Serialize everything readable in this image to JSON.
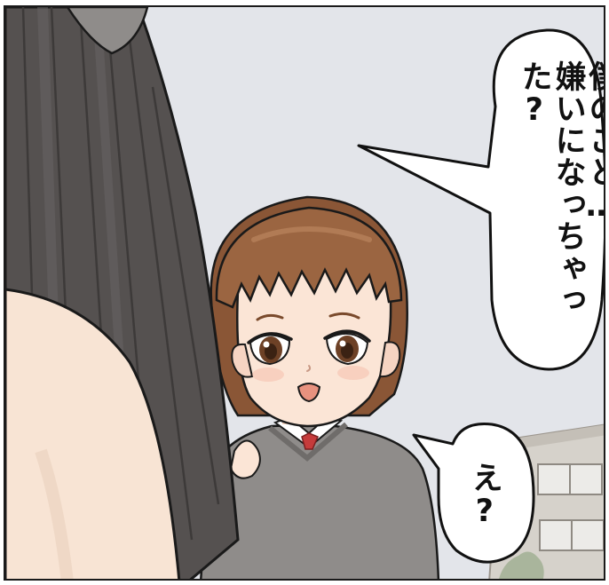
{
  "colors": {
    "sky": "#e3e5ea",
    "hair": "#9b6541",
    "hair_dark": "#6d4126",
    "skin": "#fbe5d6",
    "sweater": "#8f8c8a",
    "skirt": "#555150",
    "building": "#d6d2cb",
    "outline": "#1a1a1a"
  },
  "speech_bubbles": [
    {
      "lines": [
        "僕のこと…",
        "嫌いになっちゃった?"
      ]
    },
    {
      "lines": [
        "え?"
      ]
    }
  ]
}
